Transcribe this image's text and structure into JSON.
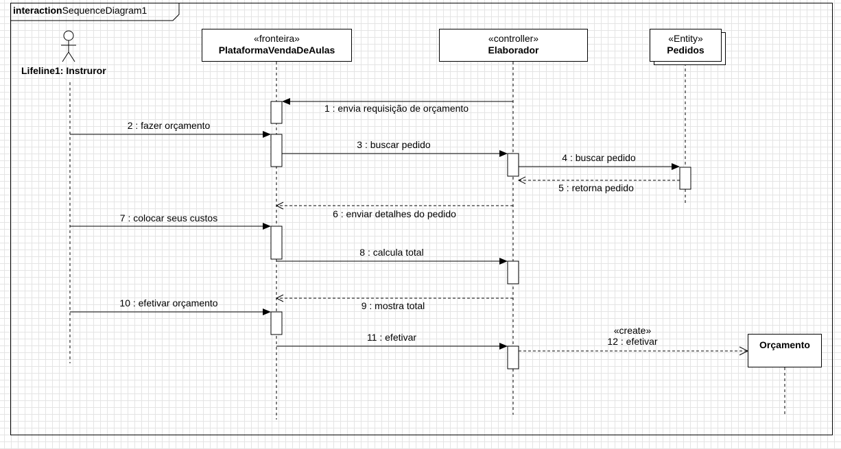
{
  "frame": {
    "kind": "interaction",
    "name": "SequenceDiagram1"
  },
  "participants": {
    "actor": {
      "label": "Lifeline1: Instruror"
    },
    "boundary": {
      "stereotype": "«fronteira»",
      "name": "PlataformaVendaDeAulas"
    },
    "controller": {
      "stereotype": "«controller»",
      "name": "Elaborador"
    },
    "entity": {
      "stereotype": "«Entity»",
      "name": "Pedidos"
    },
    "created": {
      "name": "Orçamento"
    }
  },
  "messages": [
    {
      "label": "1 : envia requisição de orçamento",
      "from": "controller",
      "to": "boundary",
      "type": "sync"
    },
    {
      "label": "2 : fazer orçamento",
      "from": "actor",
      "to": "boundary",
      "type": "sync"
    },
    {
      "label": "3 : buscar pedido",
      "from": "boundary",
      "to": "controller",
      "type": "sync"
    },
    {
      "label": "4 : buscar pedido",
      "from": "controller",
      "to": "entity",
      "type": "sync"
    },
    {
      "label": "5 : retorna pedido",
      "from": "entity",
      "to": "controller",
      "type": "return"
    },
    {
      "label": "6 : enviar detalhes do pedido",
      "from": "controller",
      "to": "boundary",
      "type": "return"
    },
    {
      "label": "7 : colocar seus custos",
      "from": "actor",
      "to": "boundary",
      "type": "sync"
    },
    {
      "label": "8 : calcula total",
      "from": "boundary",
      "to": "controller",
      "type": "sync"
    },
    {
      "label": "9 : mostra total",
      "from": "controller",
      "to": "boundary",
      "type": "return"
    },
    {
      "label": "10 : efetivar orçamento",
      "from": "actor",
      "to": "boundary",
      "type": "sync"
    },
    {
      "label": "11 : efetivar",
      "from": "boundary",
      "to": "controller",
      "type": "sync"
    },
    {
      "label": "12 : efetivar",
      "stereotype": "«create»",
      "from": "controller",
      "to": "created",
      "type": "create"
    }
  ]
}
